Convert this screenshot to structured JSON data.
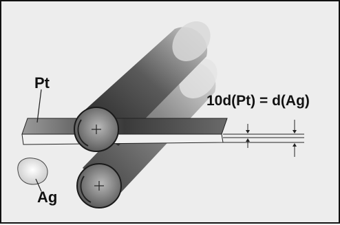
{
  "labels": {
    "pt": "Pt",
    "ag": "Ag",
    "equation": "10d(Pt) = d(Ag)"
  },
  "colors": {
    "background": "#ededed",
    "roller_dark": "#2a2a2a",
    "roller_mid": "#6a6a6a",
    "roller_light": "#d9d9d9",
    "pt_strip": "#4a4a4a",
    "ag_strip": "#f2f2f2",
    "ink": "#111111"
  },
  "icons": [
    "crosshair-icon",
    "dimension-arrow-icon"
  ]
}
